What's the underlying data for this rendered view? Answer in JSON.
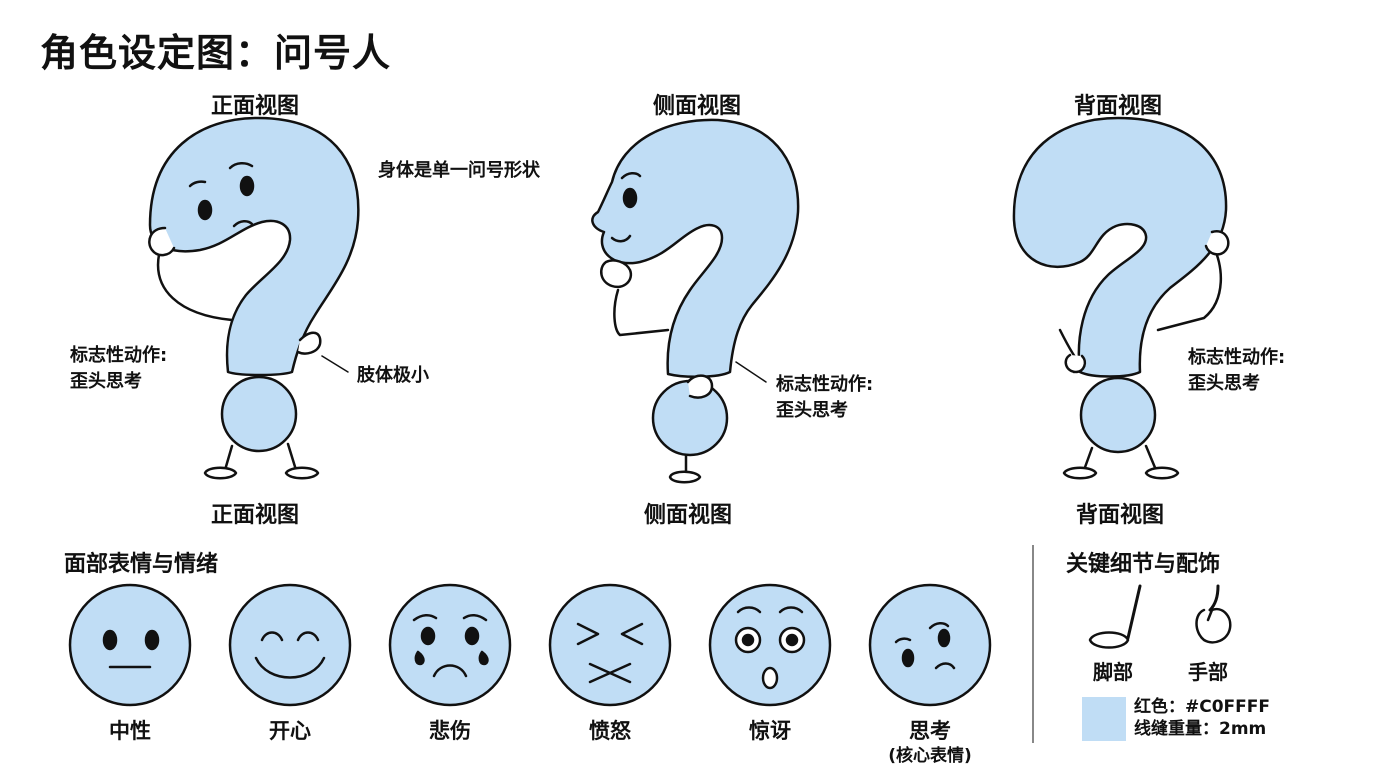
{
  "title": "角色设定图：问号人",
  "views": {
    "front_top": "正面视图",
    "side_top": "侧面视图",
    "back_top": "背面视图",
    "front_bottom": "正面视图",
    "side_bottom": "侧面视图",
    "back_bottom": "背面视图"
  },
  "annotations": {
    "body_shape": "身体是单一问号形状",
    "front_signature_line1": "标志性动作:",
    "front_signature_line2": "歪头思考",
    "limbs": "肢体极小",
    "side_signature_line1": "标志性动作:",
    "side_signature_line2": "歪头思考",
    "back_signature_line1": "标志性动作:",
    "back_signature_line2": "歪头思考"
  },
  "expressions": {
    "section_title": "面部表情与情绪",
    "faces": [
      {
        "label": "中性",
        "icon": "neutral-face-icon"
      },
      {
        "label": "开心",
        "icon": "happy-face-icon"
      },
      {
        "label": "悲伤",
        "icon": "sad-face-icon"
      },
      {
        "label": "愤怒",
        "icon": "angry-face-icon"
      },
      {
        "label": "惊讶",
        "icon": "surprised-face-icon"
      },
      {
        "label": "思考",
        "sub": "(核心表情)",
        "icon": "thinking-face-icon"
      }
    ]
  },
  "details": {
    "section_title": "关键细节与配饰",
    "foot_label": "脚部",
    "hand_label": "手部",
    "color_line": "红色：#C0FFFF",
    "stroke_line": "线缝重量：2mm"
  },
  "colors": {
    "body_fill": "#C0DDF5",
    "outline": "#111111"
  }
}
